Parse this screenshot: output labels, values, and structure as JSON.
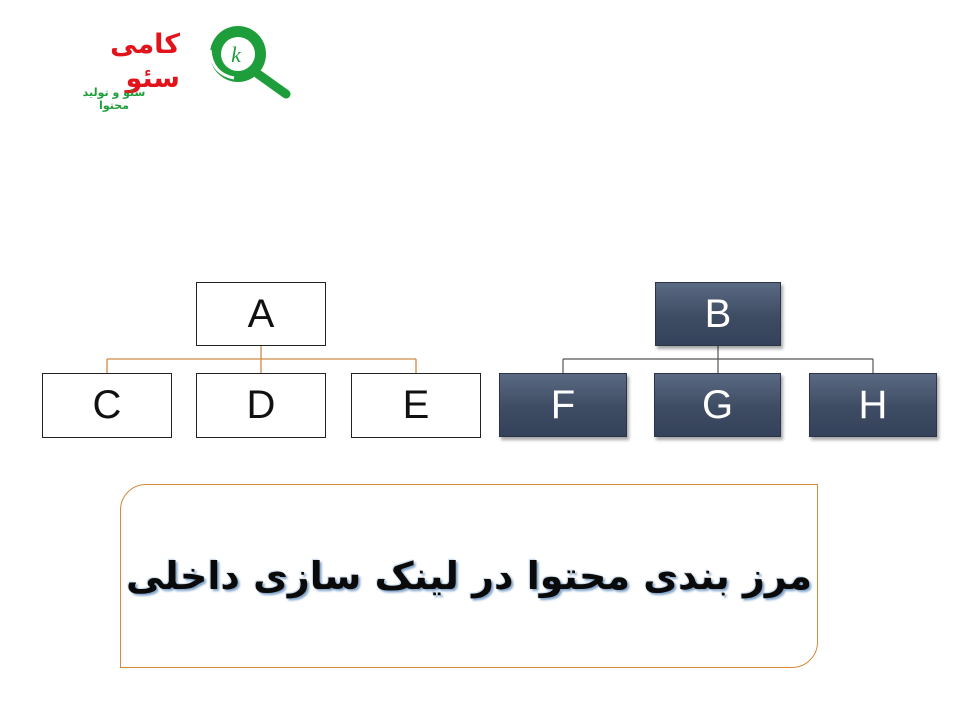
{
  "logo": {
    "title": "کامی سئو",
    "subtitle": "سئو و تولید محتوا",
    "mark_letter": "k",
    "colors": {
      "title": "#e3131b",
      "mark": "#1e9e3a"
    },
    "icon": "magnifier-icon"
  },
  "left_tree": {
    "root": "A",
    "children": [
      "C",
      "D",
      "E"
    ],
    "style": "outlined",
    "connector_color": "#d08a46"
  },
  "right_tree": {
    "root": "B",
    "children": [
      "F",
      "G",
      "H"
    ],
    "style": "filled",
    "fill_color": "#44546a",
    "connector_color": "#555555"
  },
  "banner": {
    "text": "مرز بندی محتوا در لینک سازی داخلی",
    "border_color": "#d58a3b"
  }
}
